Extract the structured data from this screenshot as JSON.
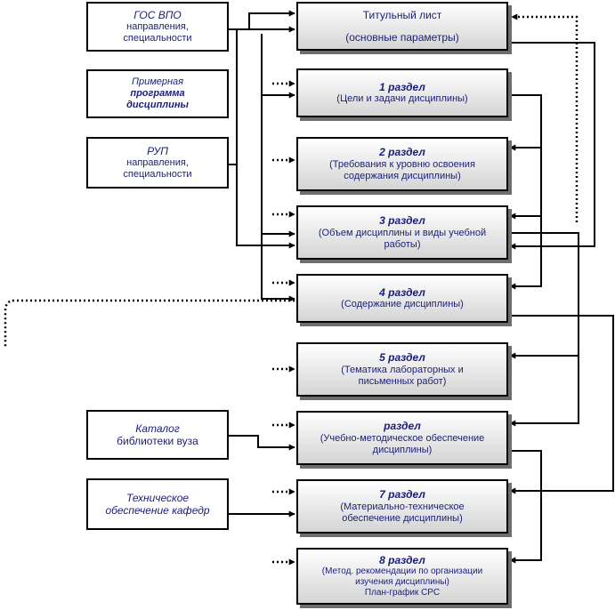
{
  "sources": {
    "gos": {
      "title": "ГОС ВПО",
      "line1": "направления,",
      "line2": "специальности"
    },
    "program": {
      "line1": "Примерная",
      "line2": "программа",
      "line3": "дисциплины"
    },
    "rup": {
      "title": "РУП",
      "line1": "направления,",
      "line2": "специальности"
    },
    "catalog": {
      "title": "Каталог",
      "line1": "библиотеки вуза"
    },
    "tech": {
      "line1": "Техническое",
      "line2": "обеспечение кафедр"
    }
  },
  "sections": {
    "title_page": {
      "line1": "Титульный лист",
      "line2": "(основные параметры)"
    },
    "s1": {
      "title": "1 раздел",
      "line1": "(Цели и задачи дисциплины)"
    },
    "s2": {
      "title": "2 раздел",
      "line1": "(Требования к уровню освоения",
      "line2": "содержания дисциплины)"
    },
    "s3": {
      "title": "3 раздел",
      "line1": "(Объем дисциплины и виды учебной",
      "line2": "работы)"
    },
    "s4": {
      "title": "4 раздел",
      "line1": "(Содержание дисциплины)"
    },
    "s5": {
      "title": "5 раздел",
      "line1": "(Тематика лабораторных и",
      "line2": "письменных работ)"
    },
    "s6": {
      "title": "раздел",
      "line1": "(Учебно-методическое обеспечение",
      "line2": "дисциплины)"
    },
    "s7": {
      "title": "7 раздел",
      "line1": "(Материально-техническое",
      "line2": "обеспечение дисциплины)"
    },
    "s8": {
      "title": "8 раздел",
      "line1": "(Метод. рекомендации по организации",
      "line2": "изучения дисциплины)",
      "line3": "План-график СРС"
    }
  }
}
